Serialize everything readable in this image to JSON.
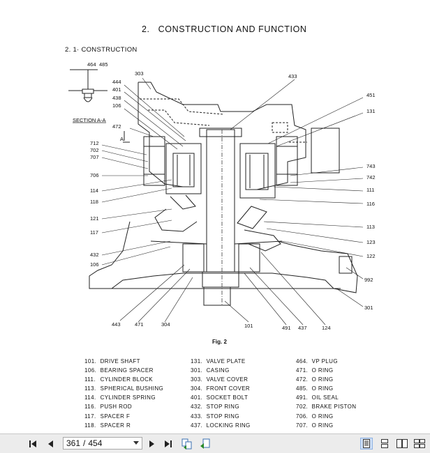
{
  "document": {
    "section_number": "2.",
    "section_title": "CONSTRUCTION AND FUNCTION",
    "subsection": "2. 1· CONSTRUCTION",
    "section_label": "SECTION A-A",
    "section_marker": "A",
    "figure_label": "Fig. 2"
  },
  "callouts": {
    "c464": "464",
    "c485": "485",
    "c303": "303",
    "c433": "433",
    "c444": "444",
    "c401": "401",
    "c438": "438",
    "c106a": "106",
    "c451": "451",
    "c131": "131",
    "c472": "472",
    "c712": "712",
    "c702": "702",
    "c707": "707",
    "c706": "706",
    "c743": "743",
    "c742": "742",
    "c114": "114",
    "c111": "111",
    "c118": "118",
    "c116": "116",
    "c121": "121",
    "c113": "113",
    "c117": "117",
    "c123": "123",
    "c432": "432",
    "c122": "122",
    "c106b": "106",
    "c992": "992",
    "c301": "301",
    "c443": "443",
    "c471": "471",
    "c304": "304",
    "c101": "101",
    "c491": "491",
    "c437": "437",
    "c124": "124"
  },
  "parts_legend": {
    "col1": [
      {
        "code": "101.",
        "name": "DRIVE SHAFT"
      },
      {
        "code": "106.",
        "name": "BEARING SPACER"
      },
      {
        "code": "111.",
        "name": "CYLINDER BLOCK"
      },
      {
        "code": "113.",
        "name": "SPHERICAL BUSHING"
      },
      {
        "code": "114.",
        "name": "CYLINDER SPRING"
      },
      {
        "code": "116.",
        "name": "PUSH ROD"
      },
      {
        "code": "117.",
        "name": "SPACER F"
      },
      {
        "code": "118.",
        "name": "SPACER R"
      }
    ],
    "col2": [
      {
        "code": "131.",
        "name": "VALVE PLATE"
      },
      {
        "code": "301.",
        "name": "CASING"
      },
      {
        "code": "303.",
        "name": "VALVE COVER"
      },
      {
        "code": "304.",
        "name": "FRONT COVER"
      },
      {
        "code": "401.",
        "name": "SOCKET BOLT"
      },
      {
        "code": "432.",
        "name": "STOP RING"
      },
      {
        "code": "433.",
        "name": "STOP RING"
      },
      {
        "code": "437.",
        "name": "LOCKING RING"
      }
    ],
    "col3": [
      {
        "code": "464.",
        "name": "VP PLUG"
      },
      {
        "code": "471.",
        "name": "O RING"
      },
      {
        "code": "472.",
        "name": "O RING"
      },
      {
        "code": "485.",
        "name": "O RING"
      },
      {
        "code": "491.",
        "name": "OIL SEAL"
      },
      {
        "code": "702.",
        "name": "BRAKE PISTON"
      },
      {
        "code": "706.",
        "name": "O RING"
      },
      {
        "code": "707.",
        "name": "O RING"
      }
    ]
  },
  "toolbar": {
    "current_page": "361",
    "separator": "/",
    "total_pages": "454",
    "active_view": "single-page"
  }
}
